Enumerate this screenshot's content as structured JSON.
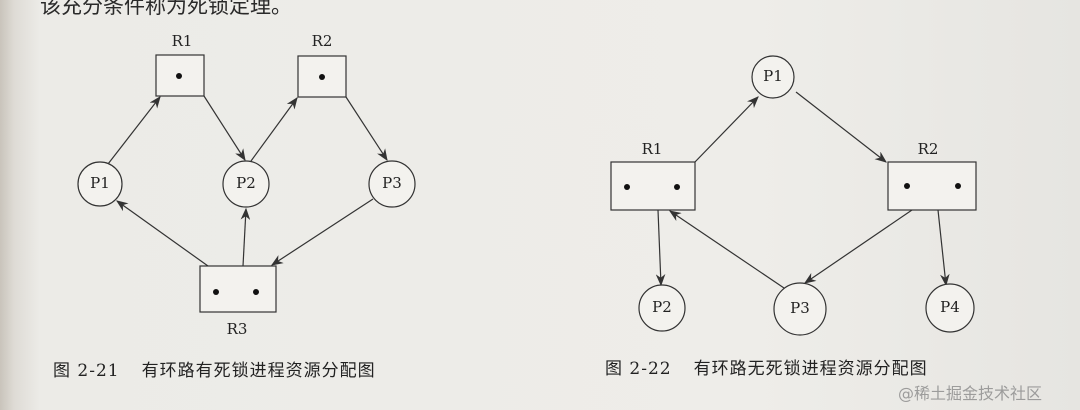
{
  "page_text": {
    "top_line": "该充分条件称为死锁定理。",
    "watermark": "@稀土掘金技术社区"
  },
  "figure_left": {
    "number": "图 2-21",
    "title": "有环路有死锁进程资源分配图",
    "processes": [
      "P1",
      "P2",
      "P3"
    ],
    "resources": [
      {
        "name": "R1",
        "instances": 1
      },
      {
        "name": "R2",
        "instances": 1
      },
      {
        "name": "R3",
        "instances": 2
      }
    ],
    "edges": [
      [
        "P1",
        "R1"
      ],
      [
        "R1",
        "P2"
      ],
      [
        "P2",
        "R2"
      ],
      [
        "R2",
        "P3"
      ],
      [
        "R3",
        "P1"
      ],
      [
        "R3",
        "P2"
      ],
      [
        "P3",
        "R3"
      ]
    ]
  },
  "figure_right": {
    "number": "图 2-22",
    "title": "有环路无死锁进程资源分配图",
    "processes": [
      "P1",
      "P2",
      "P3",
      "P4"
    ],
    "resources": [
      {
        "name": "R1",
        "instances": 2
      },
      {
        "name": "R2",
        "instances": 2
      }
    ],
    "edges": [
      [
        "R1",
        "P1"
      ],
      [
        "P1",
        "R2"
      ],
      [
        "R1",
        "P2"
      ],
      [
        "R2",
        "P3"
      ],
      [
        "R2",
        "P4"
      ],
      [
        "P3",
        "R1"
      ]
    ]
  }
}
